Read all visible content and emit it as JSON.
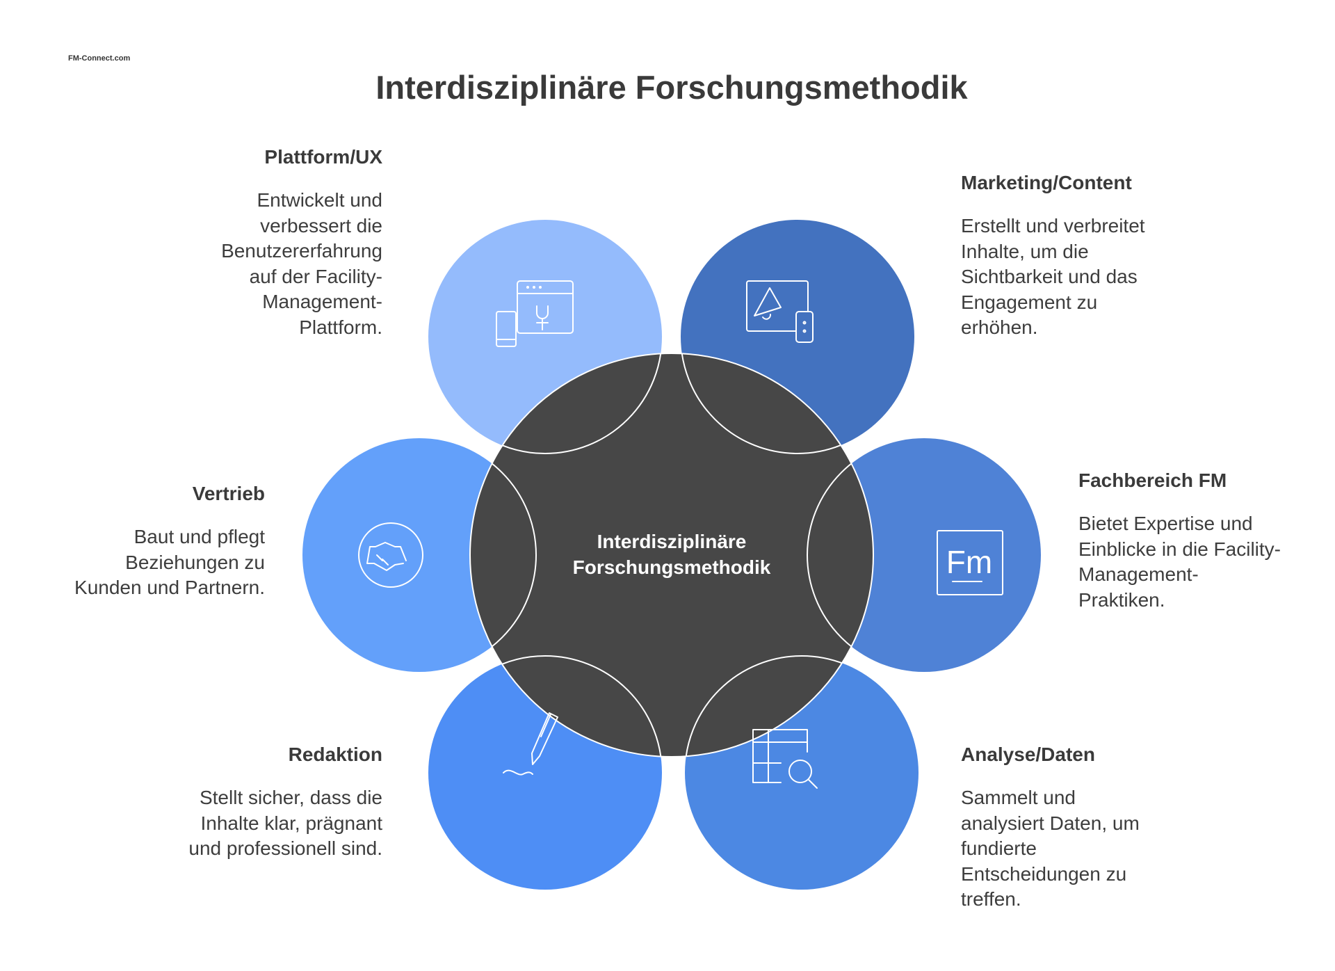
{
  "logo": {
    "text": "FM-Connect.com"
  },
  "title": "Interdisziplinäre Forschungsmethodik",
  "center": {
    "lines": [
      "Interdisziplinäre",
      "Forschungsmethodik"
    ],
    "color": "#474747"
  },
  "nodes": [
    {
      "id": "plattform",
      "heading": "Plattform/UX",
      "lines": [
        "Entwickelt und",
        "verbessert die",
        "Benutzererfahrung",
        "auf der Facility-",
        "Management-",
        "Plattform."
      ],
      "color": "#94bbfc",
      "icon": "web-mobile-icon"
    },
    {
      "id": "marketing",
      "heading": "Marketing/Content",
      "lines": [
        "Erstellt und verbreitet",
        "Inhalte, um die",
        "Sichtbarkeit und das",
        "Engagement zu",
        "erhöhen."
      ],
      "color": "#4372bf",
      "icon": "megaphone-screen-icon"
    },
    {
      "id": "vertrieb",
      "heading": "Vertrieb",
      "lines": [
        "Baut und pflegt",
        "Beziehungen zu",
        "Kunden und Partnern."
      ],
      "color": "#63a0fa",
      "icon": "handshake-icon"
    },
    {
      "id": "fachbereich",
      "heading": "Fachbereich FM",
      "lines": [
        "Bietet Expertise und",
        "Einblicke in die Facility-",
        "Management-",
        "Praktiken."
      ],
      "color": "#4f82d6",
      "icon": "fm-letters-icon",
      "icon_text": "Fm"
    },
    {
      "id": "redaktion",
      "heading": "Redaktion",
      "lines": [
        "Stellt sicher, dass die",
        "Inhalte klar, prägnant",
        "und professionell sind."
      ],
      "color": "#4e8ef5",
      "icon": "pen-icon"
    },
    {
      "id": "analyse",
      "heading": "Analyse/Daten",
      "lines": [
        "Sammelt und",
        "analysiert Daten, um",
        "fundierte",
        "Entscheidungen zu",
        "treffen."
      ],
      "color": "#4c88e3",
      "icon": "table-search-icon"
    }
  ]
}
